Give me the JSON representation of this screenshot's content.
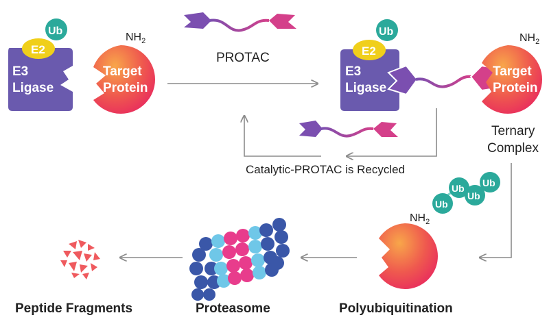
{
  "labels": {
    "ub": "Ub",
    "e2": "E2",
    "e3_line1": "E3",
    "e3_line2": "Ligase",
    "target_line1": "Target",
    "target_line2": "Protein",
    "nh2": "NH",
    "nh2_sub": "2",
    "protac": "PROTAC",
    "ternary_line1": "Ternary",
    "ternary_line2": "Complex",
    "recycled": "Catalytic-PROTAC is Recycled",
    "polyubiquitination": "Polyubiquitination",
    "proteasome": "Proteasome",
    "peptide_fragments": "Peptide Fragments"
  },
  "colors": {
    "e3": "#6A5AAE",
    "e2": "#F0CF1B",
    "ub": "#2BA99B",
    "target_start": "#F6A14B",
    "target_end": "#EB2F62",
    "protac_start": "#7B4FB0",
    "protac_end": "#D4408A",
    "arrow": "#8C8C8C",
    "text": "#222222"
  }
}
